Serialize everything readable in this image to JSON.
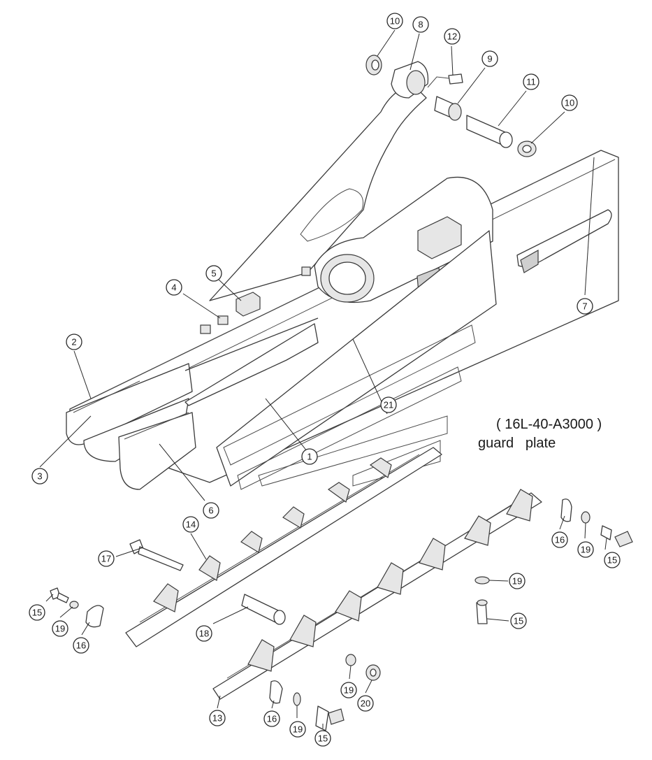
{
  "assembly": {
    "code": "( 16L-40-A3000 )",
    "name": "guard   plate"
  },
  "callouts": [
    {
      "number": "1"
    },
    {
      "number": "2"
    },
    {
      "number": "3"
    },
    {
      "number": "4"
    },
    {
      "number": "5"
    },
    {
      "number": "6"
    },
    {
      "number": "7"
    },
    {
      "number": "8"
    },
    {
      "number": "9"
    },
    {
      "number": "10"
    },
    {
      "number": "10"
    },
    {
      "number": "11"
    },
    {
      "number": "12"
    },
    {
      "number": "13"
    },
    {
      "number": "14"
    },
    {
      "number": "15"
    },
    {
      "number": "15"
    },
    {
      "number": "15"
    },
    {
      "number": "15"
    },
    {
      "number": "16"
    },
    {
      "number": "16"
    },
    {
      "number": "16"
    },
    {
      "number": "17"
    },
    {
      "number": "18"
    },
    {
      "number": "19"
    },
    {
      "number": "19"
    },
    {
      "number": "19"
    },
    {
      "number": "19"
    },
    {
      "number": "19"
    },
    {
      "number": "20"
    },
    {
      "number": "21"
    }
  ]
}
